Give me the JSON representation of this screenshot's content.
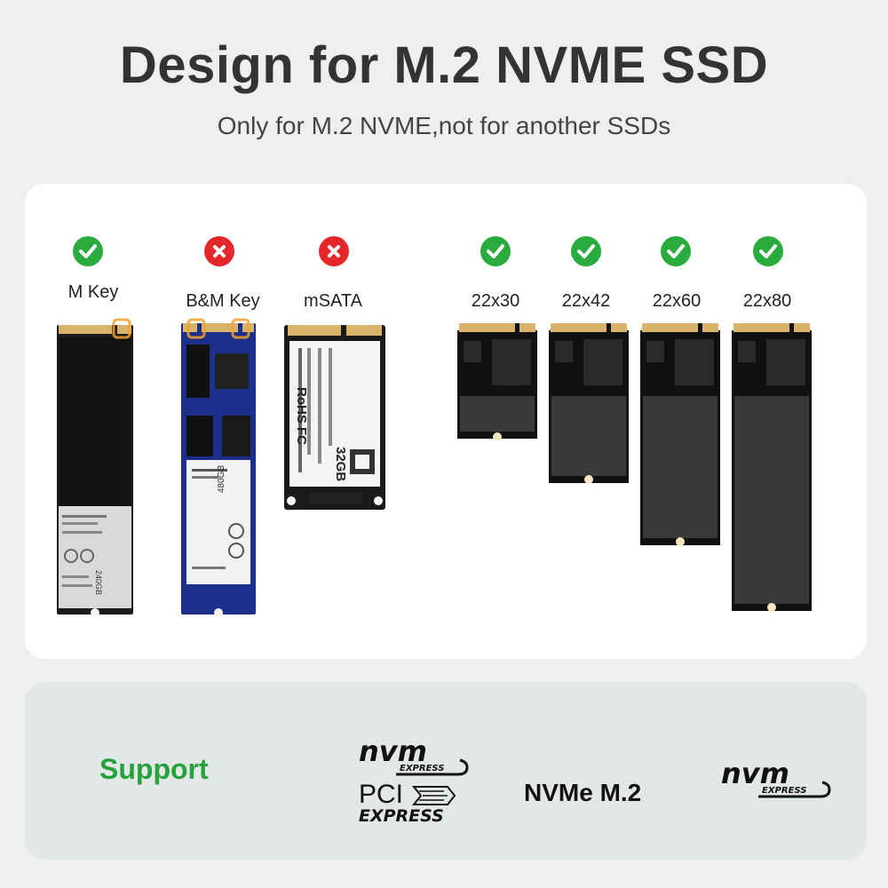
{
  "header": {
    "title": "Design for M.2 NVME SSD",
    "subtitle": "Only for M.2 NVME,not for another SSDs"
  },
  "compat": {
    "types": [
      {
        "label": "M Key",
        "status": "supported",
        "icon": "check-icon"
      },
      {
        "label": "B&M Key",
        "status": "unsupported",
        "icon": "cross-icon"
      },
      {
        "label": "mSATA",
        "status": "unsupported",
        "icon": "cross-icon"
      }
    ],
    "sizes": [
      {
        "label": "22x30",
        "status": "supported",
        "icon": "check-icon"
      },
      {
        "label": "22x42",
        "status": "supported",
        "icon": "check-icon"
      },
      {
        "label": "22x60",
        "status": "supported",
        "icon": "check-icon"
      },
      {
        "label": "22x80",
        "status": "supported",
        "icon": "check-icon"
      }
    ]
  },
  "ssd_labels": {
    "mkey_capacity": "240GB",
    "bm_capacity": "480GB",
    "msata_capacity": "32GB",
    "msata_brand": "RoHS FC"
  },
  "support": {
    "label": "Support",
    "nvm_logo_text": "nvm",
    "nvm_logo_sub": "EXPRESS",
    "pci_logo_text": "PCI",
    "pci_logo_sub": "EXPRESS",
    "nvme_m2": "NVMe M.2"
  },
  "colors": {
    "supported": "#2aab3d",
    "unsupported": "#e5262b",
    "support_text": "#26a23a",
    "pcb_gold": "#d7b46a"
  }
}
